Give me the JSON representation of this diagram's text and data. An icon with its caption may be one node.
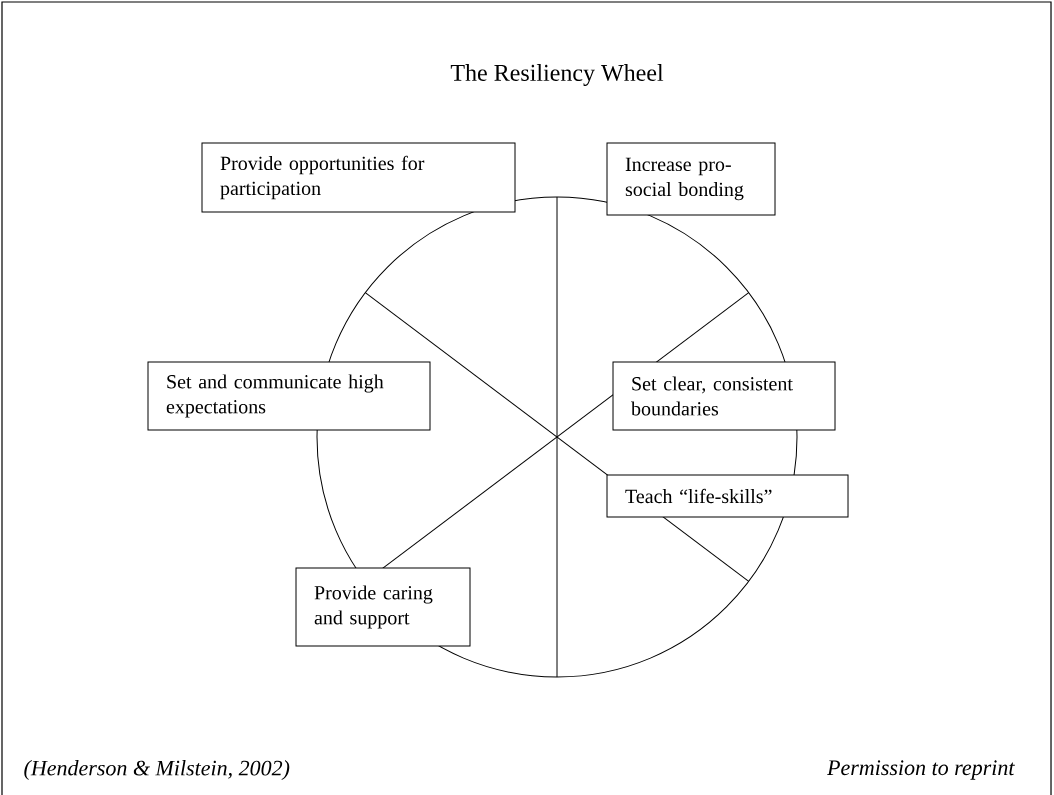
{
  "diagram": {
    "title": "The Resiliency Wheel",
    "nodes": [
      {
        "text": [
          "Provide opportunities for participation"
        ]
      },
      {
        "text": [
          "Increase pro-social bonding"
        ]
      },
      {
        "text": [
          "Set and communicate high expectations"
        ]
      },
      {
        "text": [
          "Set clear, consistent boundaries"
        ]
      },
      {
        "text": [
          "Teach “life-skills”"
        ]
      },
      {
        "text": [
          "Provide caring and support"
        ]
      }
    ],
    "labels": [
      "(Henderson & Milstein, 2002)",
      "Permission to reprint"
    ]
  }
}
